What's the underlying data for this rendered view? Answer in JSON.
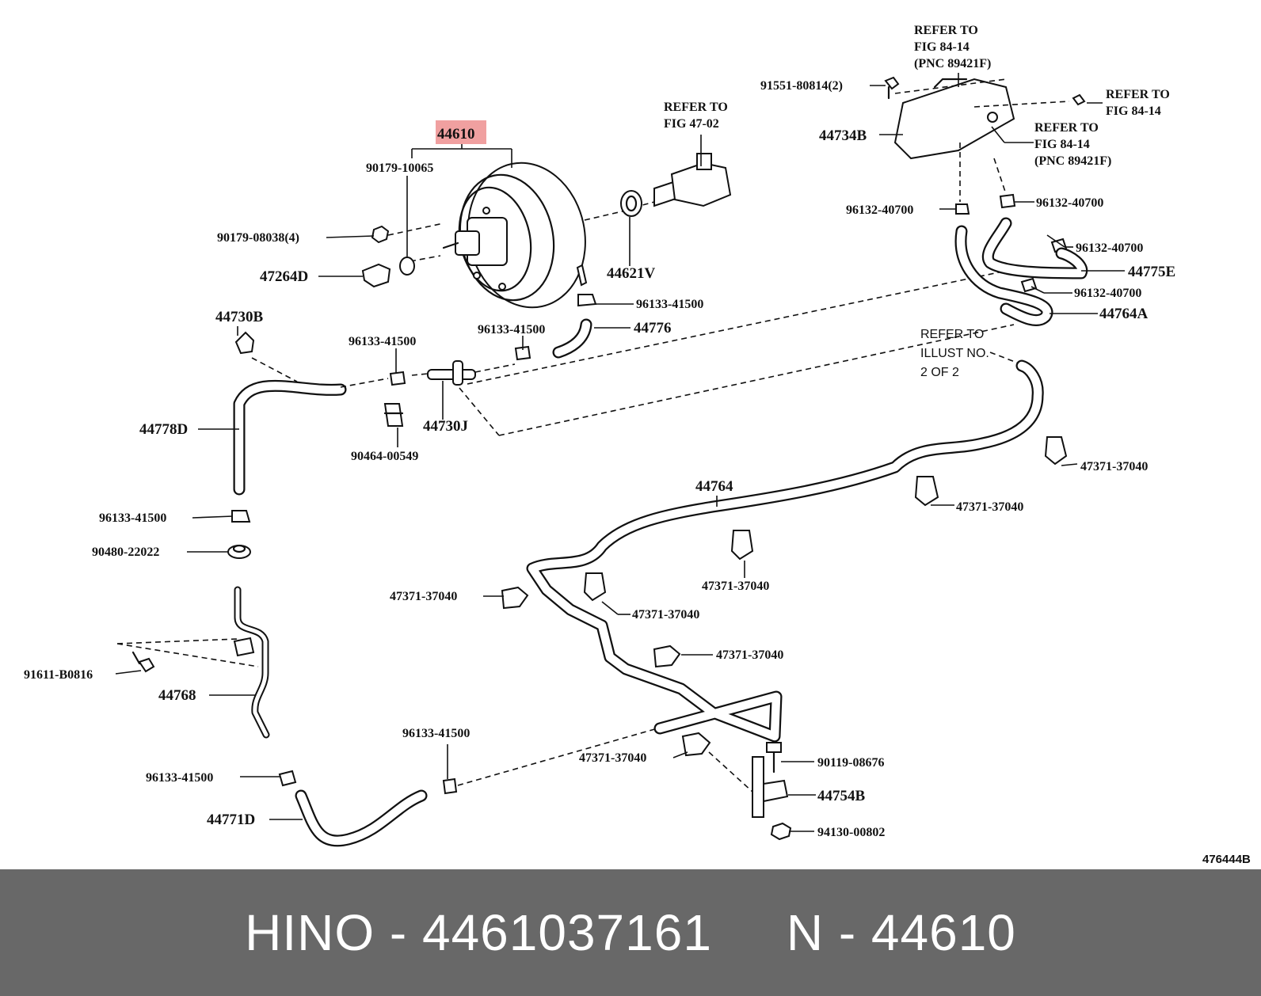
{
  "diagram": {
    "highlight_color": "#f0a0a0",
    "labels": {
      "p44610": "44610",
      "p90179_10065": "90179-10065",
      "p90179_08038": "90179-08038(4)",
      "p47264D": "47264D",
      "refer_47_02_a": "REFER TO",
      "refer_47_02_b": "FIG 47-02",
      "p44621V": "44621V",
      "p96133_41500_a": "96133-41500",
      "p44776": "44776",
      "p96133_41500_b": "96133-41500",
      "p44730B": "44730B",
      "p96133_41500_c": "96133-41500",
      "p44730J": "44730J",
      "p90464": "90464-00549",
      "p44778D": "44778D",
      "p96133_41500_d": "96133-41500",
      "p90480": "90480-22022",
      "p91611": "91611-B0816",
      "p44768": "44768",
      "p96133_41500_e": "96133-41500",
      "p44771D": "44771D",
      "p96133_41500_f": "96133-41500",
      "ref_8414_a1": "REFER TO",
      "ref_8414_a2": "FIG 84-14",
      "ref_8414_a3": "(PNC 89421F)",
      "p91551": "91551-80814(2)",
      "p44734B": "44734B",
      "ref_8414_b1": "REFER TO",
      "ref_8414_b2": "FIG 84-14",
      "ref_8414_c1": "REFER TO",
      "ref_8414_c2": "FIG 84-14",
      "ref_8414_c3": "(PNC 89421F)",
      "p96132_a": "96132-40700",
      "p96132_b": "96132-40700",
      "p96132_c": "96132-40700",
      "p44775E": "44775E",
      "p96132_d": "96132-40700",
      "p44764A": "44764A",
      "ref_illust1": "REFER TO",
      "ref_illust2": "ILLUST NO.",
      "ref_illust3": "2 OF 2",
      "p47371_a": "47371-37040",
      "p47371_b": "47371-37040",
      "p44764": "44764",
      "p47371_c": "47371-37040",
      "p47371_d": "47371-37040",
      "p47371_e": "47371-37040",
      "p47371_f": "47371-37040",
      "p47371_g": "47371-37040",
      "p90119": "90119-08676",
      "p44754B": "44754B",
      "p94130": "94130-00802",
      "fig_code": "476444B"
    }
  },
  "footer": {
    "text": "HINO - 4461037161     N - 44610",
    "background": "#686868",
    "color": "#ffffff"
  }
}
